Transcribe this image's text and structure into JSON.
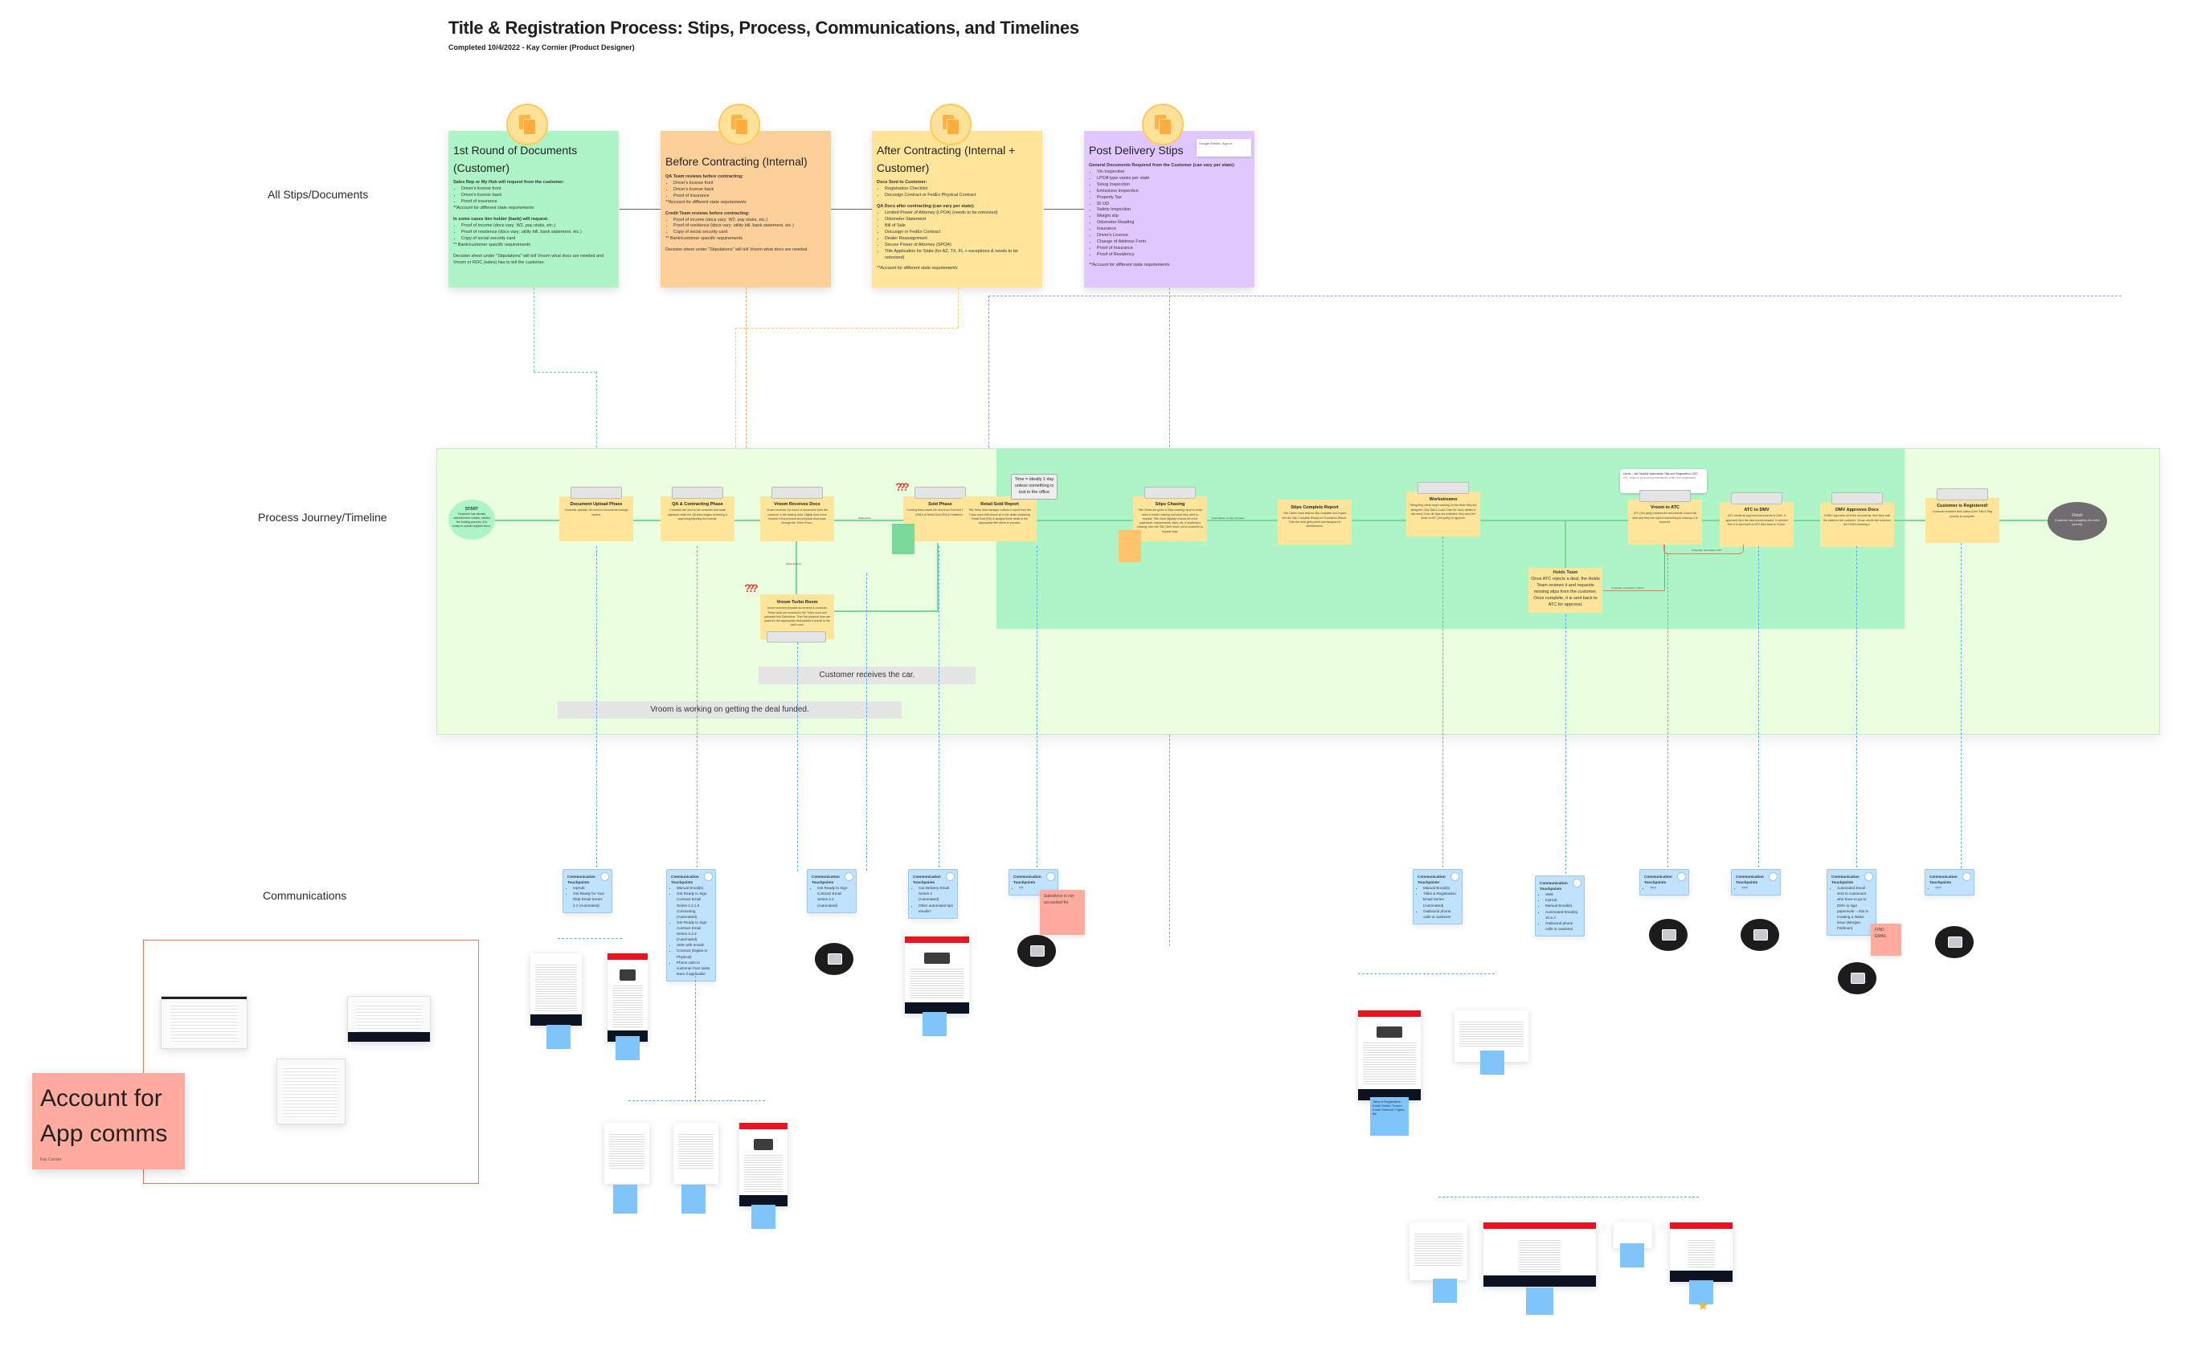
{
  "header": {
    "title": "Title & Registration Process: Stips, Process, Communications, and Timelines",
    "subtitle": "Completed 10/4/2022 - Kay Cornier (Product Designer)"
  },
  "row_labels": {
    "stips": "All Stips/Documents",
    "process": "Process Journey/Timeline",
    "communications": "Communications"
  },
  "colors": {
    "stip_green": "#adf5c6",
    "stip_orange": "#fdd09a",
    "stip_yellow": "#ffe59a",
    "stip_purple": "#e0c8ff",
    "process_band": "#eaffdf",
    "highlight_band": "#adf5c6",
    "phase_card": "#ffe59a",
    "comm_card": "#bfe3ff",
    "pink_note": "#ffaba0",
    "connector_blue": "#5aaaf0",
    "connector_green": "#7ad89a",
    "reject_orange": "#ec7760"
  },
  "stips": [
    {
      "title": "1st Round of Documents (Customer)",
      "icon": "documents-icon",
      "sections": [
        {
          "heading": "Sales Rep or My Hub will request from the customer:",
          "items": [
            "Driver's license front",
            "Driver's license back",
            "Proof of insurance"
          ],
          "note": "**Account for different state requirements"
        },
        {
          "heading": "In some cases lien holder (bank) will request:",
          "items": [
            "Proof of income (docs vary: W2, pay stubs, etc.)",
            "Proof of residence (docs vary: utility bill, bank statement, etc.)",
            "Copy of social security card"
          ],
          "note": "** Bank/customer specific requirements"
        }
      ],
      "footer": "Decision sheet under \"Stipulations\" will tell Vroom what docs are needed and Vroom or ROC (sales) has to tell the customer."
    },
    {
      "title": "Before Contracting (Internal)",
      "icon": "documents-icon",
      "sections": [
        {
          "heading": "QA Team reviews before contracting:",
          "items": [
            "Driver's license front",
            "Driver's license back",
            "Proof of insurance"
          ],
          "note": "**Account for different state requirements"
        },
        {
          "heading": "Credit Team reviews before contracting:",
          "items": [
            "Proof of income (docs vary: W2, pay stubs, etc.)",
            "Proof of residence (docs vary: utility bill, bank statement, etc.)",
            "Copy of social security card"
          ],
          "note": "** Bank/customer specific requirements"
        }
      ],
      "footer": "Decision sheet under \"Stipulations\" will tell Vroom what docs are needed."
    },
    {
      "title": "After Contracting (Internal + Customer)",
      "icon": "documents-icon",
      "sections": [
        {
          "heading": "Docs Sent to Customer:",
          "items": [
            "Registration Checklist",
            "Docusign Contract or FedEx Physical Contract"
          ],
          "note": ""
        },
        {
          "heading": "QA Docs after contracting (can vary per state):",
          "items": [
            "Limited Power of Attorney (LPOA) (needs to be notorized)",
            "Odometer Statement",
            "Bill of Sale",
            "Docusign or FedEx Contract",
            "Dealer Reassignment",
            "Secure Power of Attorney (SPOA)",
            "Title Application for State (for AZ, TX, FL + exceptions & needs to be notorized)"
          ],
          "note": "**Account for different state requirements"
        }
      ],
      "footer": ""
    },
    {
      "title": "Post Delivery Stips",
      "icon": "documents-icon",
      "link_card": "Google Sheets: Sign-in",
      "sections": [
        {
          "heading": "General Documents Required from the Customer (can vary per state):",
          "items": [
            "Vin Inspection",
            "LPOA type varies per state",
            "Smog Inspection",
            "Emissions Inspection",
            "Property Tax",
            "ID OD",
            "Safety Inspection",
            "Weight slip",
            "Odometer Reading",
            "Insurance",
            "Driver's License",
            "Change of Address Form",
            "Proof of Insurance",
            "Proof of Residency"
          ],
          "note": "**Account for different state requirements"
        }
      ],
      "footer": ""
    }
  ],
  "process": {
    "start": {
      "title": "START",
      "desc": "Customer has already selected their vehicle, started the funding process, & is ready to upload required docs."
    },
    "phases": [
      {
        "title": "Document Upload Phase",
        "desc": "Customer uploads 1st round of documents through myHub."
      },
      {
        "title": "QA & Contracting Phase",
        "desc": "Contracts are sent to the customer and await signature while the QA team begins reviewing & approving/rejecting documents."
      },
      {
        "title": "Vroom Receives Docs",
        "desc": "Vroom receives 1st round of documents from the customer & the dealing docs. Digital docs move forward in the process and physical docs pass through the Turbo Room."
      },
      {
        "title": "Sold Phase",
        "desc": "Funding team marks the deal from Sold Not Delivered (SND) to Retail Sold (RS) in Salesforce."
      },
      {
        "title": "Retail Sold Report",
        "desc": "Title Team lead manager collects a report from the Turbo room that shows all of the deals marked as Retail Sold (RS) & assigns those deals to the appropriate title clerks to process."
      },
      {
        "title": "Stips Chasing",
        "desc": "Title Clerks are given a Stips chasing report to keep track of what's missing and what they need to request. Title Clerk digitally reviews all of the paperwork, requirements, stips, etc. If anything is missing, then the Title Clerk reach out to customer to request stips."
      },
      {
        "title": "Stips Complete Report",
        "desc": "Title Clerks mark deal as Stip complete and it goes into the Stip Complete Ready for Production Report. Then the deal gets pulled and assigned to Workstreams."
      },
      {
        "title": "Workstreams",
        "desc": "Titling/Reg clerks begin working on the deals they are assigned. (See Dan's Lucid Chart for more details in this area) Once all stips are collected, they send the deals to ATC (3rd party) to approve."
      },
      {
        "title": "Vroom to ATC",
        "desc": "ATC (3rd party) reviews the documents Vroom has sent and they can reject if something is missing or is incorrect."
      },
      {
        "title": "ATC to DMV",
        "desc": "ATC sends all approved documents to DMV. If approved then the deal moves forward. If rejected then it is sent back to ATC then back to Vroom."
      },
      {
        "title": "DMV Approves Docs",
        "desc": "If DMV approves all of the documents, then they mail the plates to the customer. Vroom sends the customer the FedEx tracking #."
      },
      {
        "title": "Customer is Registered!",
        "desc": "Customer receives their plates & the Title & Reg journey is complete."
      }
    ],
    "turbo_room": {
      "title": "Vroom Turbo Room",
      "desc": "Vroom receives physical documents & contracts. These docs are scanned in the Turbo room and uploaded into Salesforce. Then the physical docs are placed in the appropriate deal jackets & stored in the Vault room."
    },
    "holds_team": {
      "title": "Holds Team",
      "desc": "Once ATC rejects a deal, the Holds Team reviews it and requests missing stips from the customer. Once complete, it is sent back to ATC for approval."
    },
    "finish": {
      "title": "Finish",
      "desc": "(Customer has completed the entire journey)"
    },
    "time_note": "Time = ideally 1 day unless something is lost in the office",
    "atc_link_card": {
      "title": "Home – We Simplify Nationwide Title and Registration | ATC",
      "desc": "ATC helps in processing thousands of title and registration..."
    },
    "edge_labels": {
      "digital_docs": "Digital Docs",
      "physical_docs": "Physical Docs",
      "stip_complete": "Deal Marked as Stip Complete",
      "rejected_atc": "If rejected, sent back to ATC",
      "rejected_vroom": "If rejected, sent back to Vroom"
    },
    "timeline_bars": {
      "funding": "Vroom is working on getting the deal funded.",
      "delivery": "Customer receives the car."
    }
  },
  "communications": [
    {
      "title": "Communication Touchpoints",
      "items": [
        "myHub",
        "Get Ready for Your Ride Email Series 2.2 (Automated)"
      ]
    },
    {
      "title": "Communication Touchpoints",
      "items": [
        "Manual Email(s)",
        "Get Ready to Sign Contract Email Series 3.2.1.6 Contracting (Automated)",
        "Get Ready to Sign Contract Email Series 3.3.3 (Automated)",
        "SMS with emails",
        "Contract (Digital or Physical)",
        "Phone calls to customer from sales team if applicable"
      ]
    },
    {
      "title": "Communication Touchpoints",
      "items": [
        "Get Ready to Sign Contract Email Series 3.2 (Automated)"
      ]
    },
    {
      "title": "Communication Touchpoints",
      "items": [
        "Car Delivery Email Series 4 (Automated)",
        "Other automated tips emails?"
      ]
    },
    {
      "title": "Communication Touchpoints",
      "items": [
        "??"
      ]
    },
    {
      "title": "Communication Touchpoints",
      "items": [
        "Manual Email(s)",
        "Titles & Registration Email Series (Automated)",
        "Outbound phone calls to customer"
      ]
    },
    {
      "title": "Communication Touchpoints",
      "items": [
        "SMS",
        "myHub",
        "Manual Email(s)",
        "Automated Email(s) 10.2.A",
        "Outbound phone calls to customer"
      ]
    },
    {
      "title": "Communication Touchpoints",
      "items": [
        "???"
      ]
    },
    {
      "title": "Communication Touchpoints",
      "items": [
        "???"
      ]
    },
    {
      "title": "Communication Touchpoints",
      "items": [
        "Automated Email sent to customers who have to go to DMV to sign paperwork -- this is creating a status issue (Morgan Feldman)"
      ]
    },
    {
      "title": "Communication Touchpoints",
      "items": [
        "???"
      ]
    }
  ],
  "sticky_notes": {
    "salesforce": "Salesforce is not accounted for",
    "find_email": "FIND EMAIL",
    "account_for_app": "Account for App comms",
    "account_for_app_author": "Kay Cornier",
    "email_series_note": "Titles & Registration Email Series \"Vroom Email Screens\" Figma file"
  }
}
